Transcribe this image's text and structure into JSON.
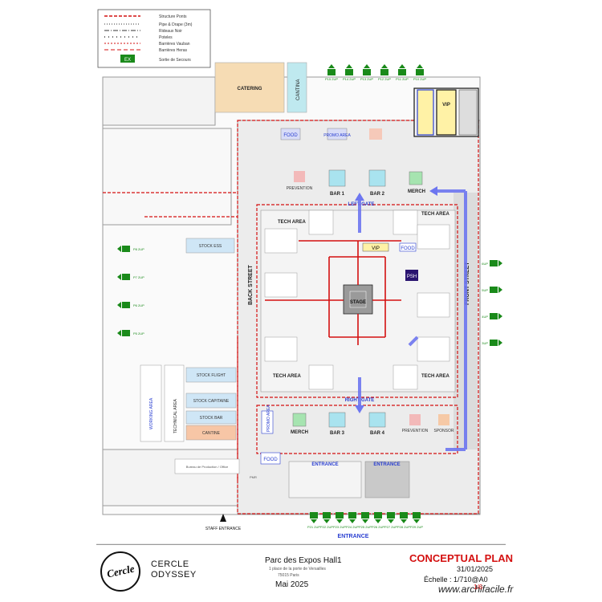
{
  "legend": {
    "items": [
      {
        "label": "Structure Ponts",
        "color": "#d41010",
        "style": "dashed"
      },
      {
        "label": "Pipe & Drape (3m)",
        "color": "#333333",
        "style": "dotted"
      },
      {
        "label": "Rideaux Noir",
        "color": "#333333",
        "style": "dashdot"
      },
      {
        "label": "Poteles",
        "color": "#333333",
        "style": "dots"
      },
      {
        "label": "Barrières Vauban",
        "color": "#d41010",
        "style": "dashed"
      },
      {
        "label": "Barrières Heras",
        "color": "#d41010",
        "style": "dashed"
      },
      {
        "label": "Sortie de Secours",
        "color": "#1a8a1a",
        "style": "exit"
      }
    ],
    "exit_symbol": "EX"
  },
  "areas": {
    "catering": "CATERING",
    "cantina": "CANTINA",
    "vip": "VIP",
    "food_top": "FOOD",
    "promo": "PROMO AREA",
    "prevention_top": "PREVENTION",
    "bar1": "BAR 1",
    "bar2": "BAR 2",
    "merch_top": "MERCH",
    "left_gate": "LEFT GATE",
    "tech_tl": "TECH AREA",
    "tech_tr": "TECH AREA",
    "tech_bl": "TECH AREA",
    "tech_br": "TECH AREA",
    "vip_inner": "VIP",
    "food_inner": "FOOD",
    "psh": "PSH",
    "stage": "STAGE",
    "back_street": "BACK STREET",
    "front_street": "FRONT STREET",
    "stock": "STOCK ESS",
    "stock_flight": "STOCK FLIGHT",
    "stock_capitaine": "STOCK CAPITAINE",
    "stock_bar": "STOCK BAR",
    "cantine": "CANTINE",
    "technical": "TECHNICAL AREA",
    "working": "WORKING AREA",
    "right_gate": "RIGHT GATE",
    "merch_bottom": "MERCH",
    "bar3": "BAR 3",
    "bar4": "BAR 4",
    "prevention_bottom": "PREVENTION",
    "sponsor": "SPONSOR",
    "food_bottom": "FOOD",
    "promo_bottom": "PROMO AREA",
    "entrance1": "ENTRANCE",
    "entrance2": "ENTRANCE",
    "entrance_main": "ENTRANCE",
    "staff_entrance": "STAFF ENTRANCE",
    "pmr_entrance": "PMR",
    "office": "Bureau de Production / Office"
  },
  "exits": {
    "top": [
      "P15 2UP",
      "P14 2UP",
      "P13 2UP",
      "P12 2UP",
      "P11 2UP",
      "P10 2UP"
    ],
    "left": [
      "P8 2UP",
      "P7 2UP",
      "P6 2UP",
      "P5 2UP"
    ],
    "right": [
      "6UP",
      "5UP",
      "4UP",
      "3UP"
    ],
    "bottom": [
      "P21 2UP",
      "P22 2UP",
      "P23 2UP",
      "P24 2UP",
      "P25 2UP",
      "P26 2UP",
      "P27 2UP",
      "P28 2UP",
      "P29 2UP"
    ]
  },
  "title_block": {
    "logo_text": "Cercle",
    "org_line1": "CERCLE",
    "org_line2": "ODYSSEY",
    "venue": "Parc des Expos Hall1",
    "venue_address": "1 place de la porte de Versailles",
    "venue_city": "75015 Paris",
    "event_date": "Mai 2025",
    "plan_title": "CONCEPTUAL PLAN",
    "plan_date": "31/01/2025",
    "scale": "Échelle : 1/710@A0",
    "page": "1/6",
    "watermark": "www.archifacile.fr"
  },
  "colors": {
    "barrier_red": "#d41010",
    "flow_blue": "#6d76f0",
    "exit_green": "#1a8a1a",
    "bar_blue": "#a9e3ef",
    "merch_green": "#a6e4b0",
    "catering": "#f6dcb4",
    "cantine": "#f7c6a6",
    "stock_blue": "#cfe6f6",
    "vip_yellow": "#fff2a6",
    "psh": "#2a1470"
  }
}
